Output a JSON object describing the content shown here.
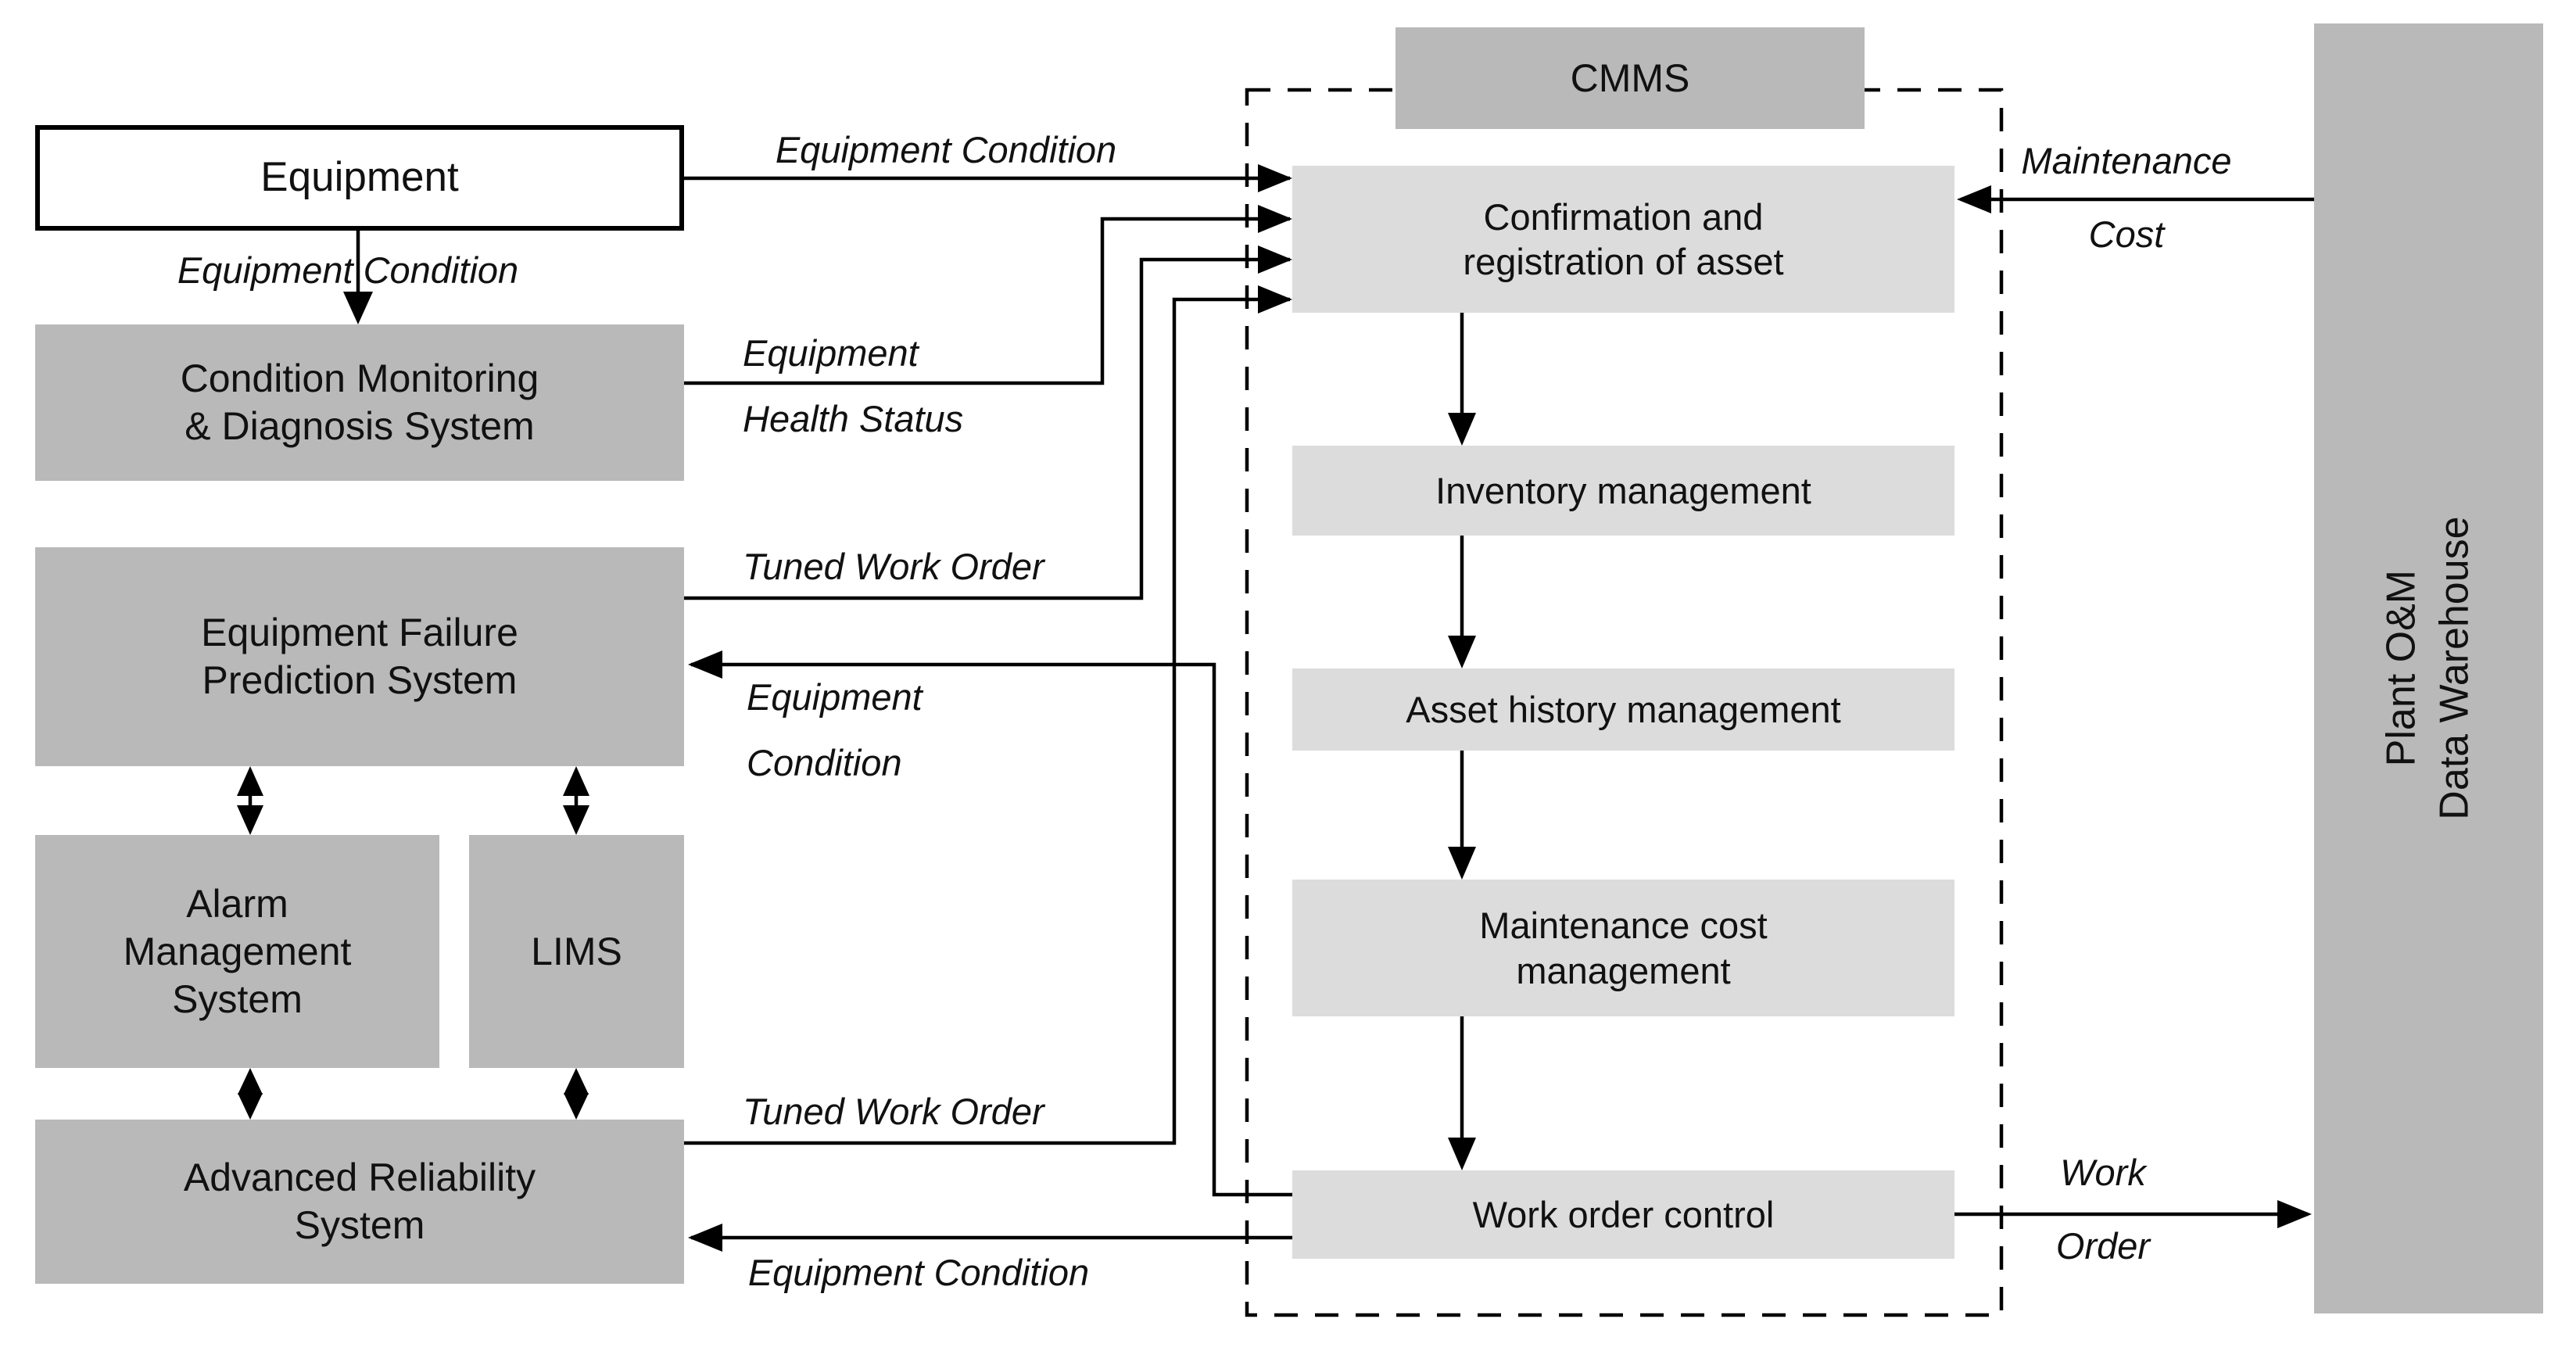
{
  "colors": {
    "gray_dark": "#b9b9b9",
    "gray_light": "#dcdcdc",
    "stroke": "#000000",
    "bg": "#ffffff",
    "text": "#111111"
  },
  "nodes": {
    "equipment": {
      "label": "Equipment"
    },
    "condition_monitoring": {
      "lines": [
        "Condition Monitoring",
        "& Diagnosis System"
      ]
    },
    "equipment_failure": {
      "lines": [
        "Equipment Failure",
        "Prediction System"
      ]
    },
    "alarm": {
      "lines": [
        "Alarm",
        "Management",
        "System"
      ]
    },
    "lims": {
      "label": "LIMS"
    },
    "advanced_reliability": {
      "lines": [
        "Advanced Reliability",
        "System"
      ]
    },
    "warehouse": {
      "lines": [
        "Plant O&M",
        "Data Warehouse"
      ]
    }
  },
  "cmms": {
    "title": "CMMS",
    "steps": [
      {
        "lines": [
          "Confirmation and",
          "registration of asset"
        ]
      },
      {
        "lines": [
          "Inventory management"
        ]
      },
      {
        "lines": [
          "Asset history management"
        ]
      },
      {
        "lines": [
          "Maintenance cost",
          "management"
        ]
      },
      {
        "lines": [
          "Work order control"
        ]
      }
    ]
  },
  "flow_labels": {
    "equipment_to_monitoring": "Equipment Condition",
    "equipment_to_cmms": "Equipment Condition",
    "health_status": [
      "Equipment",
      "Health Status"
    ],
    "tuned_work_order_mid": "Tuned Work Order",
    "tuned_work_order_bottom": "Tuned Work Order",
    "cmms_to_failure": [
      "Equipment",
      "Condition"
    ],
    "cmms_to_reliability": "Equipment Condition",
    "maintenance_cost": [
      "Maintenance",
      "Cost"
    ],
    "work_order": [
      "Work",
      "Order"
    ]
  }
}
